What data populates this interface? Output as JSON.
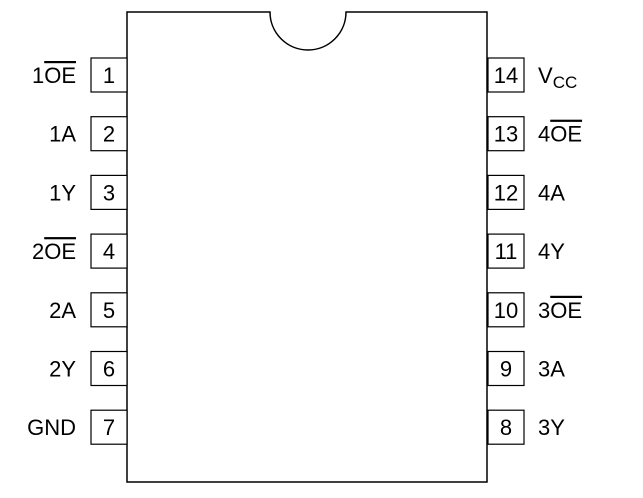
{
  "package": {
    "left_pins": [
      {
        "number": "1",
        "label": [
          {
            "t": "1"
          },
          {
            "t": "OE",
            "bar": true
          }
        ]
      },
      {
        "number": "2",
        "label": [
          {
            "t": "1A"
          }
        ]
      },
      {
        "number": "3",
        "label": [
          {
            "t": "1Y"
          }
        ]
      },
      {
        "number": "4",
        "label": [
          {
            "t": "2"
          },
          {
            "t": "OE",
            "bar": true
          }
        ]
      },
      {
        "number": "5",
        "label": [
          {
            "t": "2A"
          }
        ]
      },
      {
        "number": "6",
        "label": [
          {
            "t": "2Y"
          }
        ]
      },
      {
        "number": "7",
        "label": [
          {
            "t": "GND"
          }
        ]
      }
    ],
    "right_pins": [
      {
        "number": "14",
        "label": [
          {
            "t": "V"
          },
          {
            "t": "CC",
            "sub": true
          }
        ]
      },
      {
        "number": "13",
        "label": [
          {
            "t": "4"
          },
          {
            "t": "OE",
            "bar": true
          }
        ]
      },
      {
        "number": "12",
        "label": [
          {
            "t": "4A"
          }
        ]
      },
      {
        "number": "11",
        "label": [
          {
            "t": "4Y"
          }
        ]
      },
      {
        "number": "10",
        "label": [
          {
            "t": "3"
          },
          {
            "t": "OE",
            "bar": true
          }
        ]
      },
      {
        "number": "9",
        "label": [
          {
            "t": "3A"
          }
        ]
      },
      {
        "number": "8",
        "label": [
          {
            "t": "3Y"
          }
        ]
      }
    ]
  }
}
